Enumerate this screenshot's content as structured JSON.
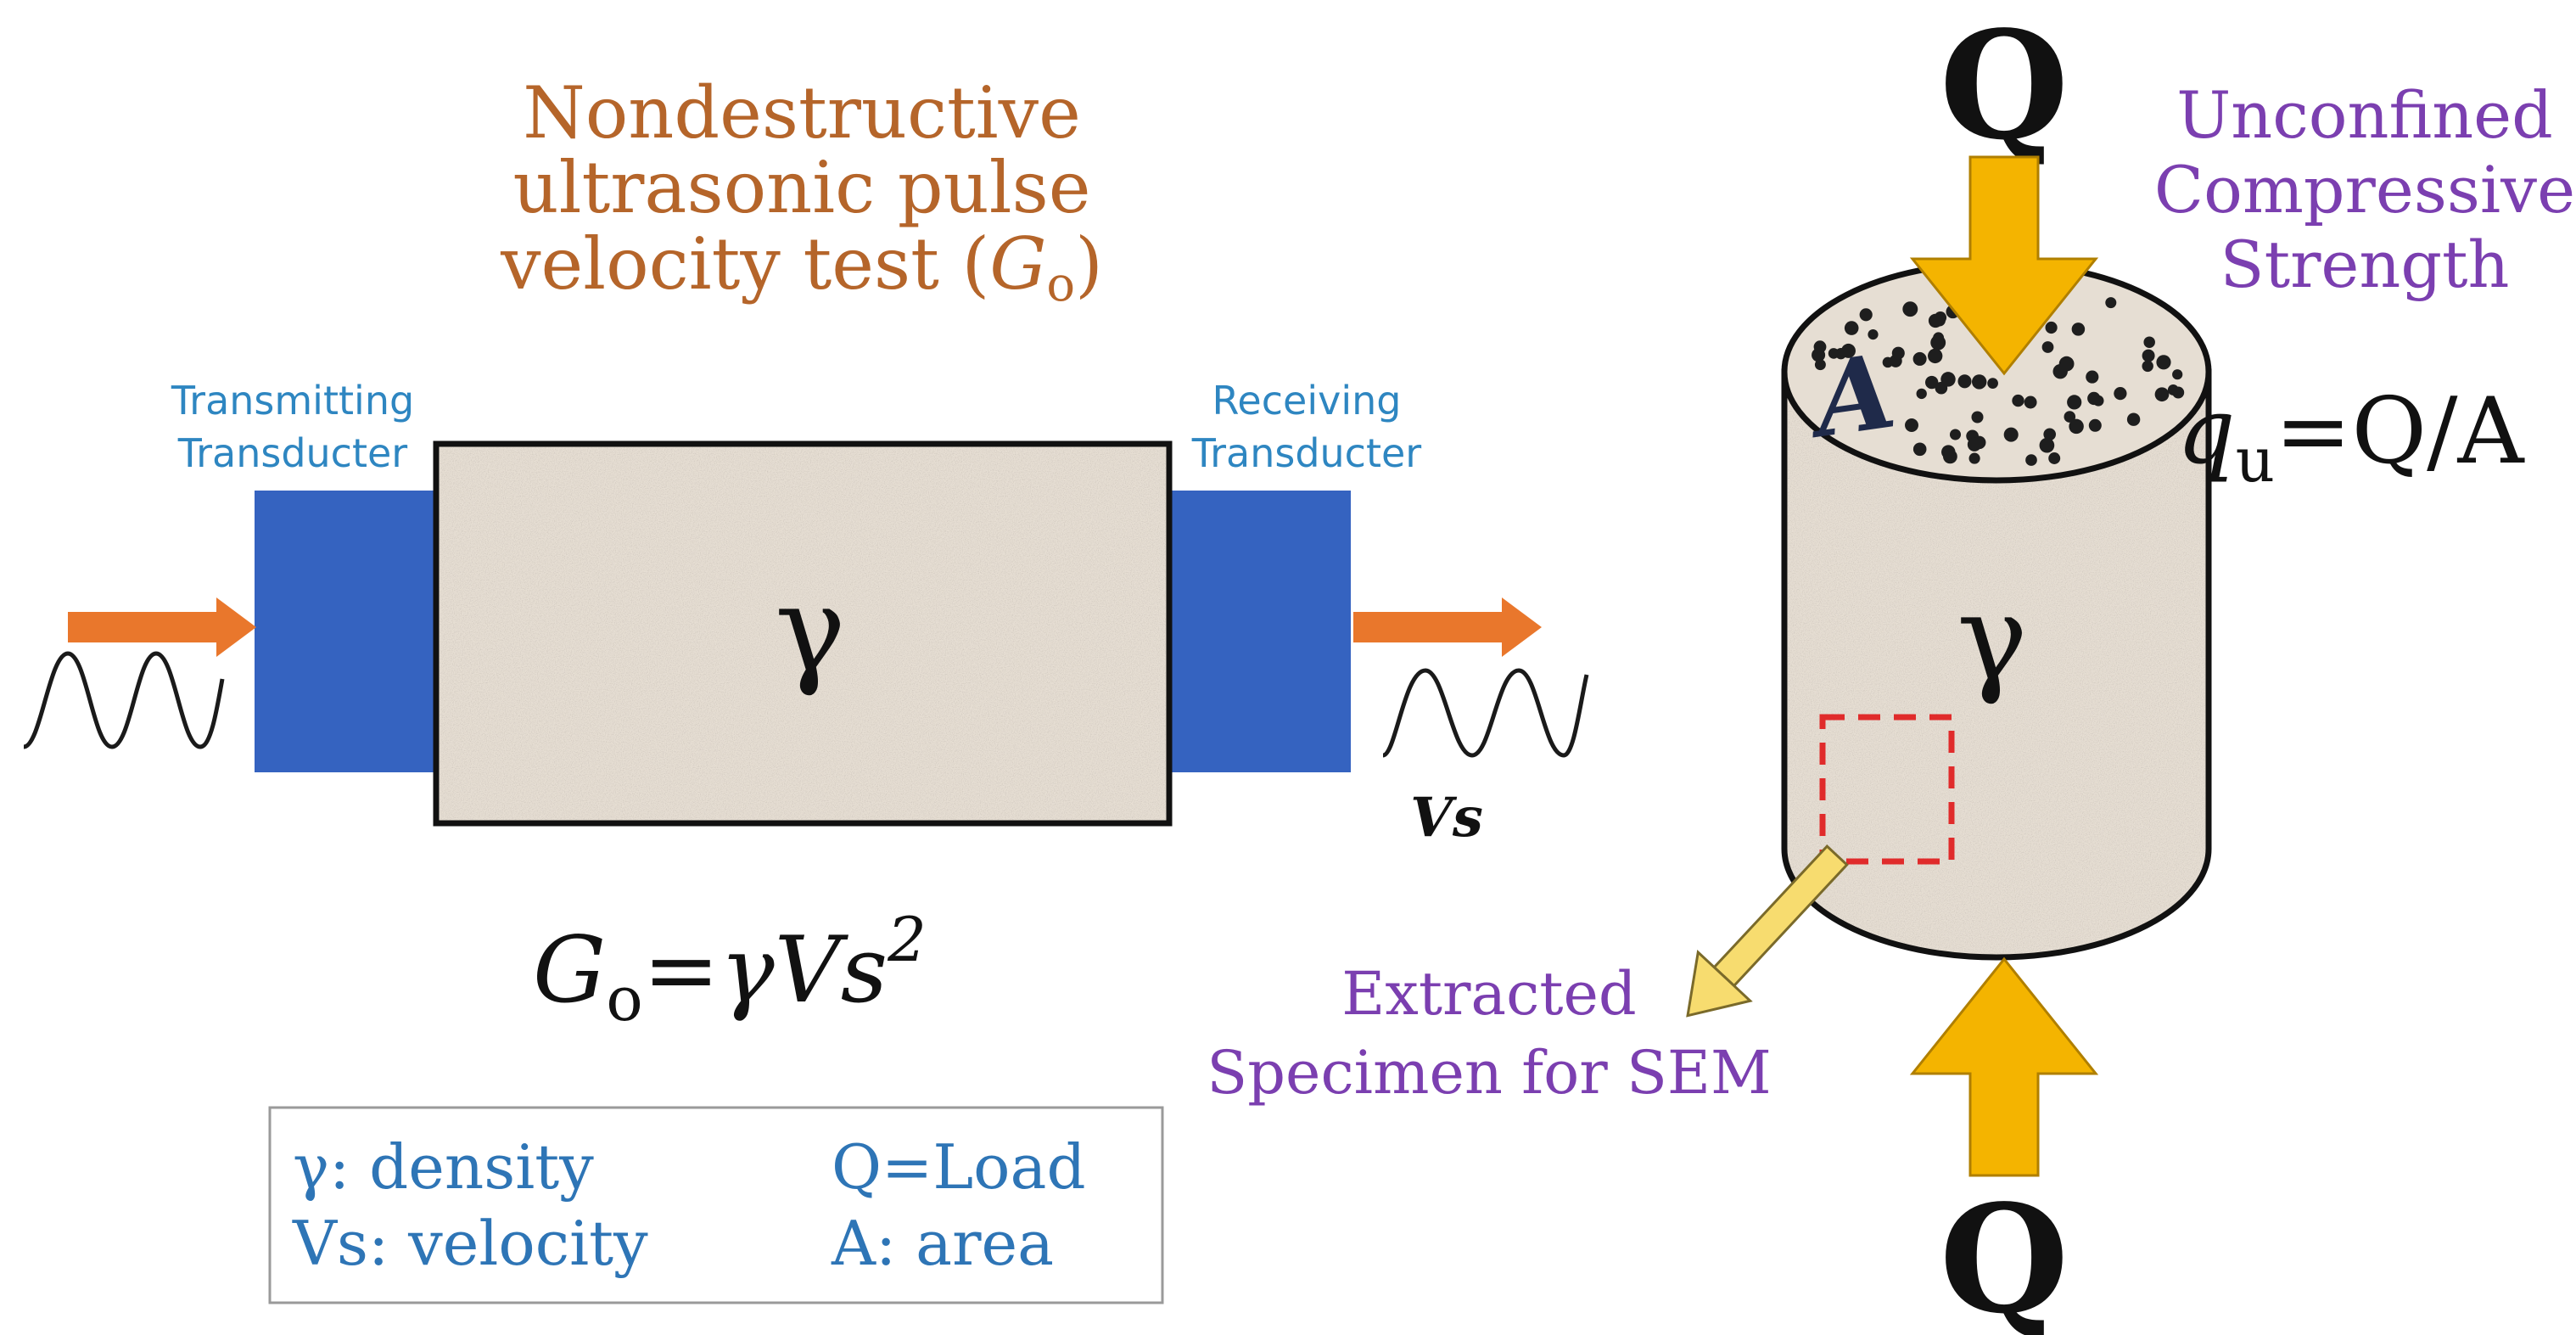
{
  "colors": {
    "title_orange": "#B5652A",
    "transducer_blue": "#3563C0",
    "label_blue": "#2E86C1",
    "purple": "#7B3FB0",
    "arrow_orange": "#E9772C",
    "arrow_yellow": "#F4B400",
    "sem_arrow": "#F7DC6F",
    "specimen_fill": "#E6DED3",
    "sem_box": "#E02B2B",
    "legend_text": "#2E75B6"
  },
  "ultrasonic": {
    "title": [
      "Nondestructive",
      "ultrasonic pulse",
      "velocity test (Go)"
    ],
    "title_line3_prefix": "velocity test (",
    "title_line3_var": "G",
    "title_line3_sub": "o",
    "title_line3_suffix": ")",
    "transmitting_label": [
      "Transmitting",
      "Transducter"
    ],
    "receiving_label": [
      "Receiving",
      "Transducter"
    ],
    "specimen_symbol": "γ",
    "vs_label": "Vs",
    "formula": {
      "var": "G",
      "sub": "o",
      "eq": "=",
      "rhs": "γVs",
      "sup": "2"
    }
  },
  "ucs": {
    "load_top": "Q",
    "load_bottom": "Q",
    "title": [
      "Unconfined",
      "Compressive",
      "Strength"
    ],
    "area_label": "A",
    "specimen_symbol": "γ",
    "formula": {
      "var": "q",
      "sub": "u",
      "rhs": "=Q/A"
    },
    "sem_label": [
      "Extracted",
      "Specimen for SEM"
    ]
  },
  "legend": {
    "items": [
      {
        "symbol": "γ",
        "text": ": density"
      },
      {
        "symbol": "Q",
        "text": "=Load"
      },
      {
        "symbol": "Vs",
        "text": ": velocity"
      },
      {
        "symbol": "A",
        "text": ": area"
      }
    ]
  }
}
